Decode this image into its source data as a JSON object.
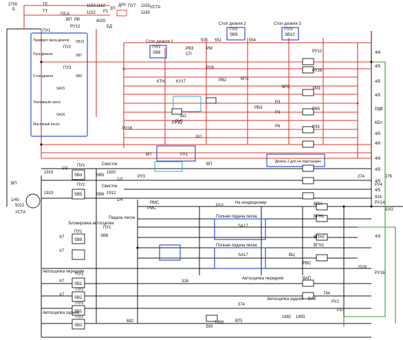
{
  "colors": {
    "red_wire": "#e0322a",
    "black_wire": "#111111",
    "green_wire": "#2f9a3a",
    "blue_frame": "#2a4fd6",
    "cyan_frame": "#2aa7c9"
  },
  "blocks": {
    "top_left": [
      "2700",
      "Б",
      "ТЕ",
      "ТТ",
      "П5.8",
      "ВП",
      "РВ",
      "РУ12",
      "1153",
      "1152",
      "1162",
      "4020",
      "БД",
      "3П",
      "ДРУ",
      "Р1",
      "ПУ7",
      "1155",
      "1165",
      "УСТА"
    ],
    "left_box": [
      "Проворот вала дизеля",
      "SB12",
      "Пуск дизеля",
      "SB7",
      "Стоп дизеля",
      "SB3",
      "SA15",
      "Топливный насос",
      "SA16",
      "Масляный насос",
      "ПУ1",
      "ПУ2",
      "ПУ3"
    ],
    "stop_1": "Стоп дизеля 1",
    "stop_2": "Стоп дизеля 2",
    "stop_3": "Стоп дизеля 3",
    "top_labels": [
      "SB8",
      "SB9",
      "SB10",
      "ПУ1",
      "ПУ2",
      "ПУ3",
      "551",
      "554",
      "535",
      "РВЗ",
      "РМ",
      "СП",
      "РУ12",
      "РУ28",
      "ХМ1",
      "РВ5",
      "РЗ5",
      "Р3",
      "Р3",
      "Р6"
    ],
    "right_labels": [
      "4/6",
      "4/5",
      "4/5",
      "4/5",
      "4/6",
      "4/5",
      "4/6",
      "РДВ",
      "КБУ",
      "4/5",
      "4/5",
      "4/5",
      "274",
      "276",
      "РУ4",
      "РУ14",
      "10/3",
      "РУ16",
      "4/3",
      "2578",
      "924"
    ],
    "middle_labels": [
      "КТН",
      "КУ17",
      "РВ2",
      "ВП1",
      "РВ3",
      "ВП2",
      "РУ15",
      "РУ16",
      "РУ6",
      "РУ5",
      "ВП",
      "РУ1",
      "РУ3",
      "ВП",
      "Ш2",
      "Ш1"
    ],
    "sound": [
      "Свисток",
      "Свисток",
      "SB4",
      "SB5",
      "SB5",
      "SB6",
      "1919",
      "1920",
      "1913",
      "1912",
      "5022",
      "УСТА",
      "ПУ1",
      "ПУ2",
      "ВП",
      "1/40",
      "1/2",
      "1/3",
      "1/4"
    ],
    "release_lock": [
      "Блокировка автосцепки",
      "Педаль песок",
      "SB8",
      "SB8",
      "ПУ1",
      "ПУ1",
      "Х7",
      "Х7"
    ],
    "sand_supply": [
      "Полная подача песка",
      "SA17",
      "Полная подача песка",
      "SA17",
      "РМС",
      "РВС",
      "ВПН",
      "ВПН2",
      "ВГН1",
      "ВГН2",
      "ВЦ"
    ],
    "coupling_front": [
      "Автосцепка передняя",
      "SB1",
      "SB2",
      "ПУ1",
      "ПУ2",
      "Х7",
      "Х7"
    ],
    "coupling_rear": [
      "Автосцепка задняя",
      "SB1",
      "SB2",
      "ПУ1",
      "ПУ2"
    ],
    "bottom_labels": [
      "Автосцепка передняя",
      "ВАП",
      "Автосцепка задняя",
      "ВАЗ",
      "БМ",
      "ВТ5",
      "1889",
      "1892",
      "1893",
      "316",
      "374",
      "682",
      "744"
    ],
    "notes": [
      "На кондиционер",
      "Дизель 2 для на подстанцию",
      "Р10",
      "РУ2",
      "Р10",
      "РМС"
    ]
  }
}
